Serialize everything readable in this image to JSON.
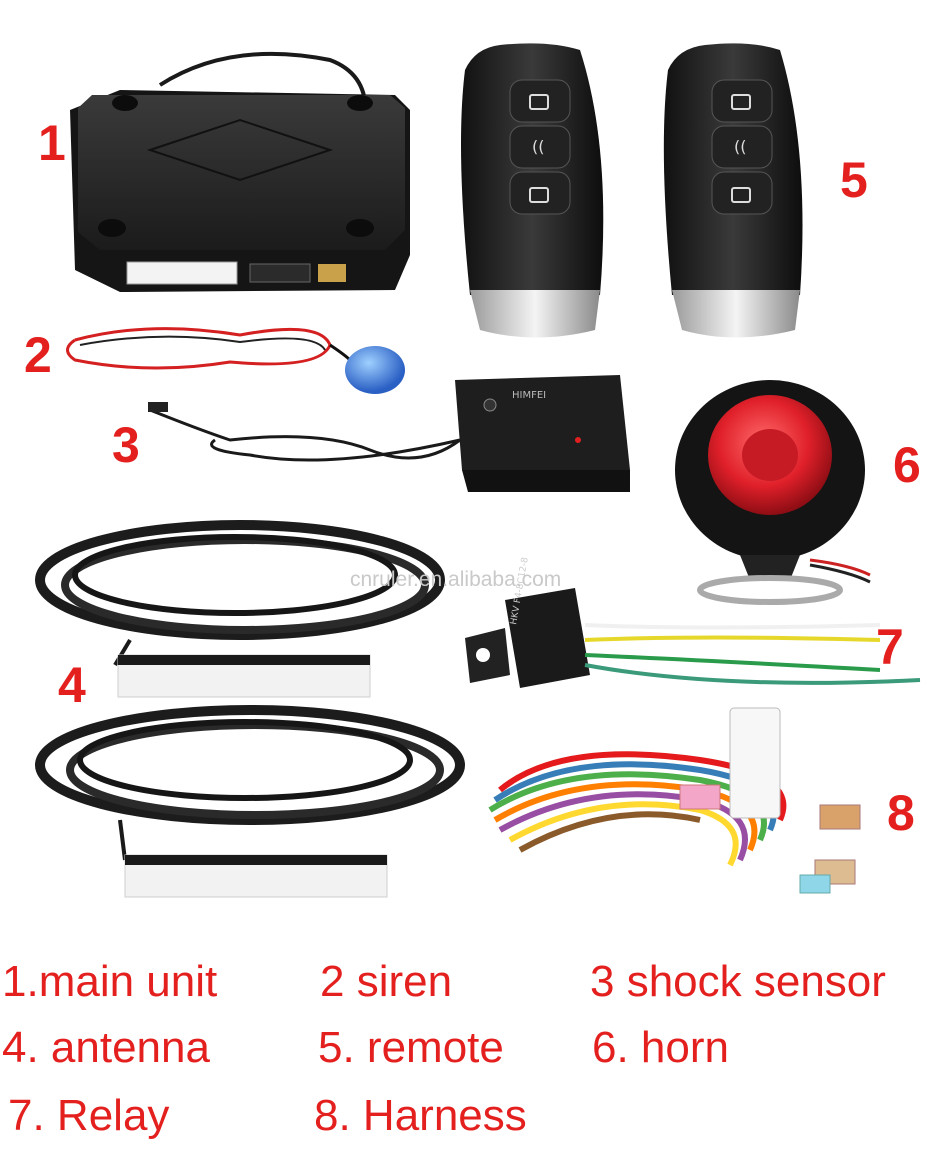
{
  "numbers": {
    "n1": "1",
    "n2": "2",
    "n3": "3",
    "n4": "4",
    "n5": "5",
    "n6": "6",
    "n7": "7",
    "n8": "8"
  },
  "watermark": "cnruler.en.alibaba.com",
  "legend": {
    "main_unit": "1.main unit",
    "siren": "2 siren",
    "shock_sensor": "3 shock sensor",
    "antenna": "4. antenna",
    "remote": "5. remote",
    "horn": "6. horn",
    "relay": "7. Relay",
    "harness": "8. Harness"
  },
  "labels": {
    "sensor_brand": "HIMFEI",
    "relay_model": "HKV F4-8C12-8"
  },
  "colors": {
    "accent_red": "#e4201f",
    "device_black": "#222222",
    "tape_white": "#f2f2f2"
  }
}
